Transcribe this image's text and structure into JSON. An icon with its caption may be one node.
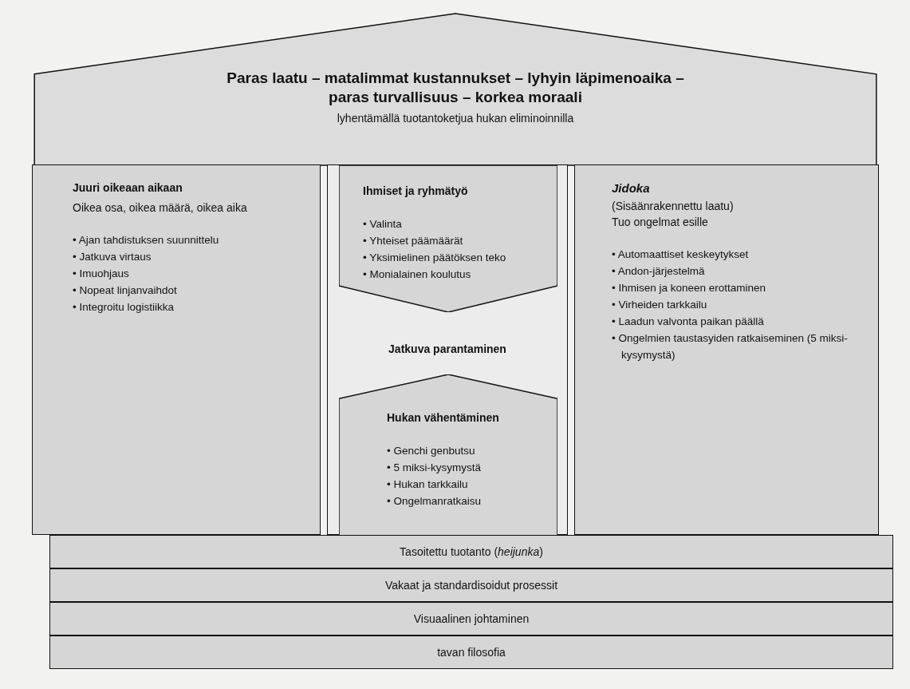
{
  "diagram": {
    "nodes": [
      {
        "text": [
          "Paras laatu – matalimmat kustannukset – lyhyin läpimenoaika – paras turvallisuus – korkea moraali",
          "lyhentämällä tuotantoketjua hukan eliminoinnilla"
        ]
      },
      {
        "text": [
          "Juuri oikeaan aikaan",
          "Oikea osa, oikea määrä, oikea aika",
          "• Ajan tahdistuksen suunnittelu",
          "• Jatkuva virtaus",
          "• Imuohjaus",
          "• Nopeat linjanvaihdot",
          "• Integroitu logistiikka"
        ]
      },
      {
        "text": [
          "Jatkuva parantaminen"
        ]
      },
      {
        "text": [
          "Ihmiset ja ryhmätyö",
          "• Valinta",
          "• Yhteiset päämäärät",
          "• Yksimielinen päätöksen teko",
          "• Monialainen koulutus"
        ],
        "in": 2
      },
      {
        "text": [
          "Hukan vähentäminen",
          "• Genchi genbutsu",
          "• 5 miksi-kysymystä",
          "• Hukan tarkkailu",
          "• Ongelmanratkaisu"
        ],
        "in": 2
      },
      {
        "text": [
          "Jidoka",
          "(Sisäänrakennettu laatu)",
          "Tuo ongelmat esille",
          "• Automaattiset keskeytykset",
          "• Andon-järjestelmä",
          "• Ihmisen ja koneen erottaminen",
          "• Virheiden tarkkailu",
          "• Laadun valvonta paikan päällä",
          "• Ongelmien taustasyiden ratkaiseminen (5 miksi-kysymystä)"
        ]
      },
      {
        "text": [
          "Tasoitettu tuotanto (*heijunka*)"
        ]
      },
      {
        "text": [
          "Vakaat ja standardisoidut prosessit"
        ]
      },
      {
        "text": [
          "Visuaalinen johtaminen"
        ]
      },
      {
        "text": [
          "tavan filosofia"
        ]
      }
    ]
  }
}
